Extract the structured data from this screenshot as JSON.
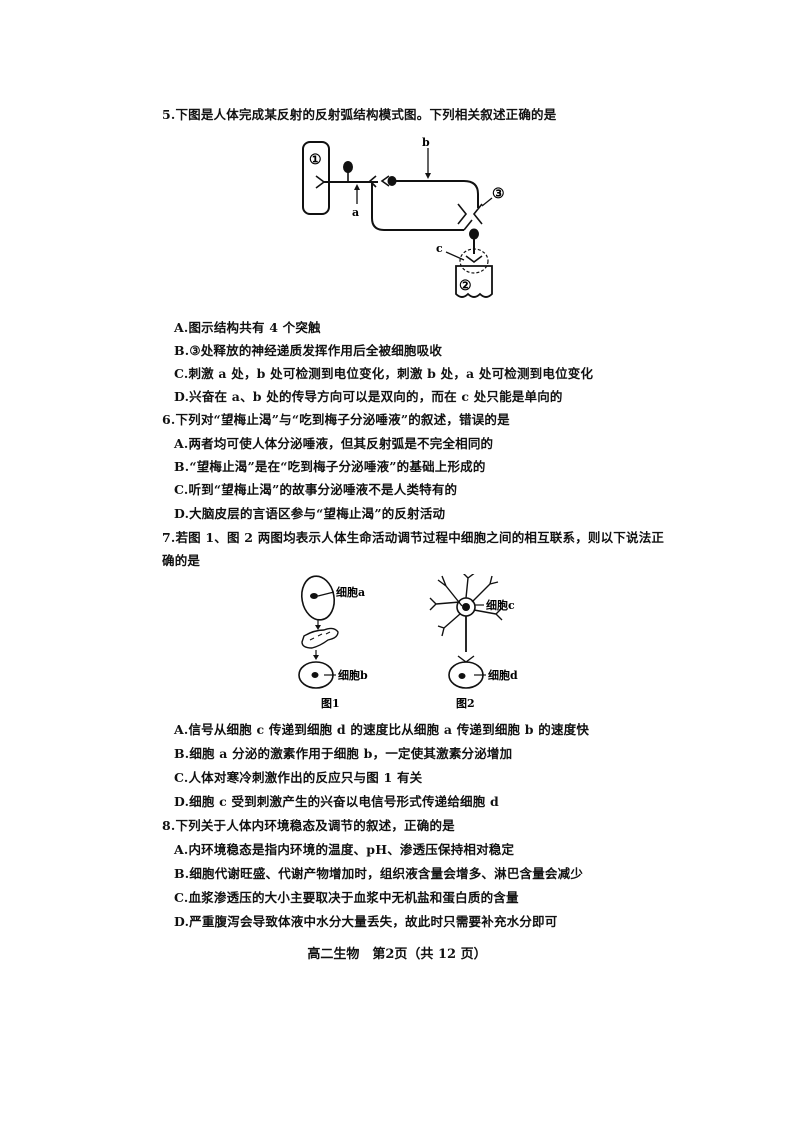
{
  "q5": {
    "stem": "5.下图是人体完成某反射的反射弧结构模式图。下列相关叙述正确的是",
    "figure_labels": {
      "n1": "①",
      "n2": "②",
      "n3": "③",
      "a": "a",
      "b": "b",
      "c": "c"
    },
    "options": [
      "A.图示结构共有 4 个突触",
      "B.③处释放的神经递质发挥作用后全被细胞吸收",
      "C.刺激 a 处，b 处可检测到电位变化，刺激 b 处，a 处可检测到电位变化",
      "D.兴奋在 a、b 处的传导方向可以是双向的，而在 c 处只能是单向的"
    ]
  },
  "q6": {
    "stem": "6.下列对“望梅止渴”与“吃到梅子分泌唾液”的叙述，错误的是",
    "options": [
      "A.两者均可使人体分泌唾液，但其反射弧是不完全相同的",
      "B.“望梅止渴”是在“吃到梅子分泌唾液”的基础上形成的",
      "C.听到“望梅止渴”的故事分泌唾液不是人类特有的",
      "D.大脑皮层的言语区参与“望梅止渴”的反射活动"
    ]
  },
  "q7": {
    "stem_line1": "7.若图 1、图 2 两图均表示人体生命活动调节过程中细胞之间的相互联系，则以下说法正",
    "stem_line2": "确的是",
    "figure_labels": {
      "cell_a": "细胞a",
      "cell_b": "细胞b",
      "cell_c": "细胞c",
      "cell_d": "细胞d",
      "fig1": "图1",
      "fig2": "图2"
    },
    "options": [
      "A.信号从细胞 c 传递到细胞 d 的速度比从细胞 a 传递到细胞 b 的速度快",
      "B.细胞 a 分泌的激素作用于细胞 b，一定使其激素分泌增加",
      "C.人体对寒冷刺激作出的反应只与图 1 有关",
      "D.细胞 c 受到刺激产生的兴奋以电信号形式传递给细胞 d"
    ]
  },
  "q8": {
    "stem": "8.下列关于人体内环境稳态及调节的叙述，正确的是",
    "options": [
      "A.内环境稳态是指内环境的温度、pH、渗透压保持相对稳定",
      "B.细胞代谢旺盛、代谢产物增加时，组织液含量会增多、淋巴含量会减少",
      "C.血浆渗透压的大小主要取决于血浆中无机盐和蛋白质的含量",
      "D.严重腹泻会导致体液中水分大量丢失，故此时只需要补充水分即可"
    ]
  },
  "footer": "高二生物　第2页（共 12 页）"
}
